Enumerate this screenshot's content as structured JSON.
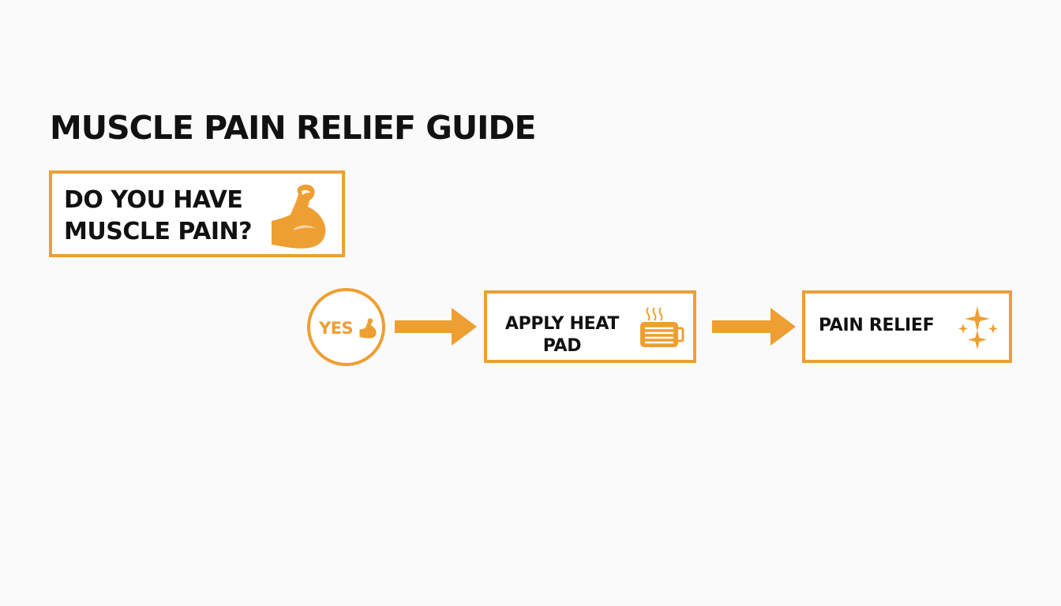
{
  "title": "MUSCLE PAIN RELIEF GUIDE",
  "question": {
    "lines": [
      "DO YOU HAVE",
      "MUSCLE PAIN?"
    ],
    "icon": "flexed-bicep-icon"
  },
  "yes_node": {
    "label": "YES",
    "icon": "flexed-bicep-icon"
  },
  "step_heat": {
    "lines": [
      "APPLY HEAT",
      "PAD"
    ],
    "icon": "heat-pad-icon"
  },
  "step_relief": {
    "label": "PAIN RELIEF",
    "icon": "sparkle-icon"
  },
  "colors": {
    "accent": "#ee9f32",
    "text": "#111111",
    "background": "#fafafa"
  }
}
